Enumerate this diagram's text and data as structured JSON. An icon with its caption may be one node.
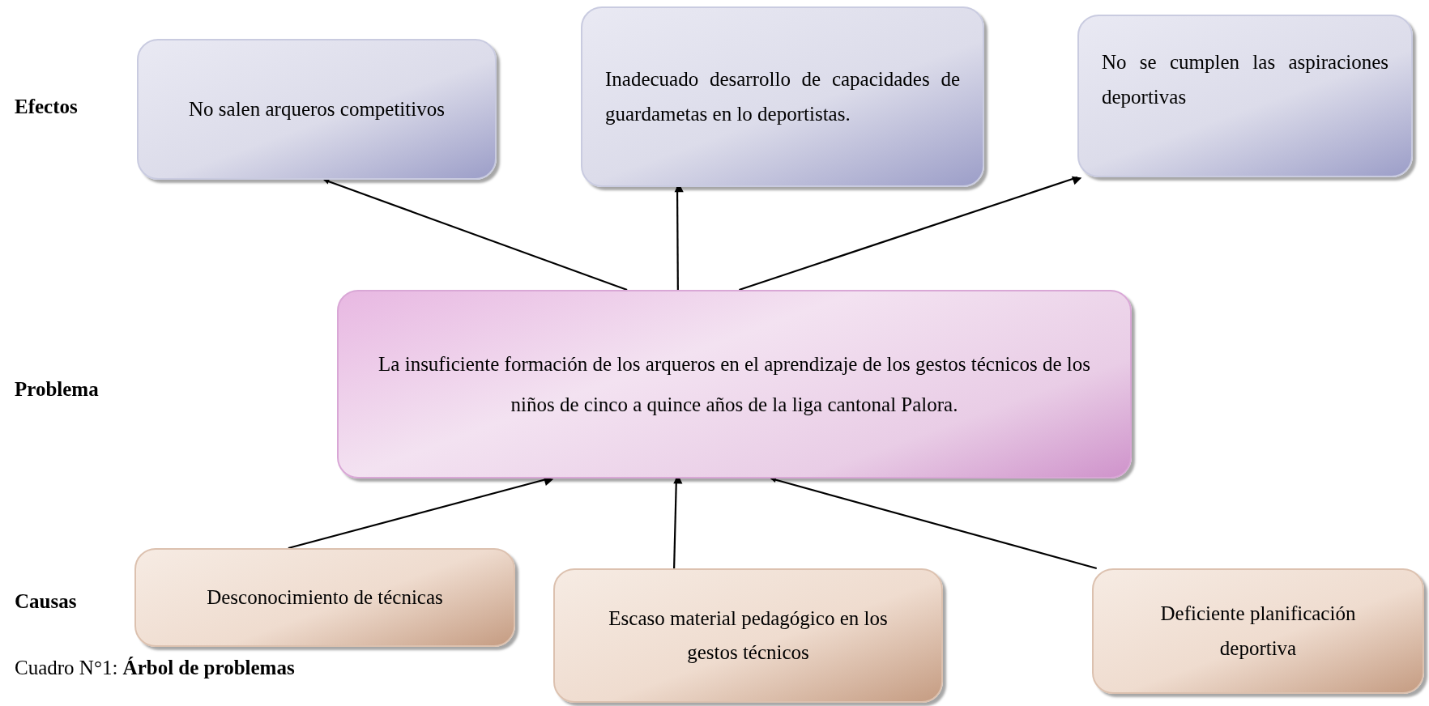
{
  "diagram": {
    "caption": "Cuadro N°1: **Árbol de problemas**",
    "nodes": [
      {
        "text": [
          "No salen arqueros competitivos"
        ]
      },
      {
        "text": [
          "Inadecuado desarrollo de capacidades de guardametas en lo deportistas."
        ]
      },
      {
        "text": [
          "No se cumplen las aspiraciones deportivas"
        ]
      },
      {
        "text": [
          "La  insuficiente formación de los arqueros en el aprendizaje de los gestos técnicos de los niños de cinco a quince años de la liga cantonal Palora."
        ]
      },
      {
        "text": [
          "Desconocimiento de técnicas"
        ]
      },
      {
        "text": [
          "Escaso material pedagógico en los gestos técnicos"
        ]
      },
      {
        "text": [
          "Deficiente planificación deportiva"
        ]
      }
    ],
    "edges": [
      {
        "from": 3,
        "to": 0,
        "arrow": "to"
      },
      {
        "from": 3,
        "to": 1,
        "arrow": "to"
      },
      {
        "from": 3,
        "to": 2,
        "arrow": "to"
      },
      {
        "from": 4,
        "to": 3,
        "arrow": "to"
      },
      {
        "from": 5,
        "to": 3,
        "arrow": "to"
      },
      {
        "from": 6,
        "to": 3,
        "arrow": "to"
      }
    ],
    "labels": [
      "Efectos",
      "Problema",
      "Causas"
    ]
  }
}
